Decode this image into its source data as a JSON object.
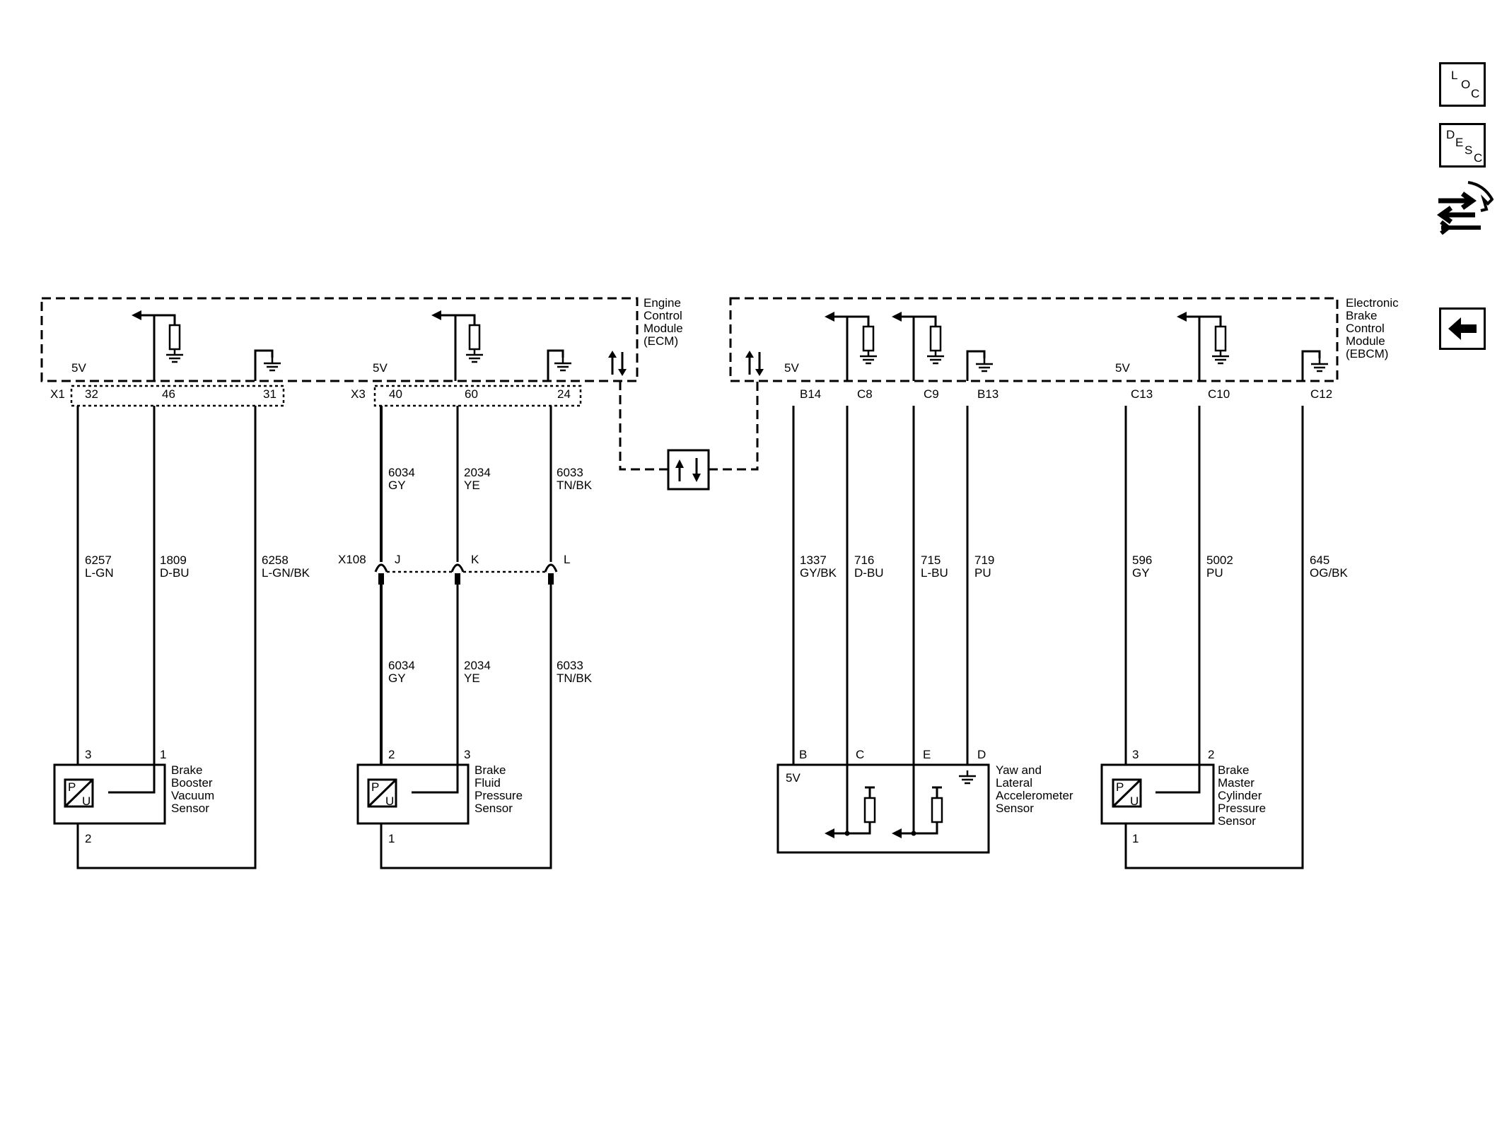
{
  "toolbar": {
    "loc": {
      "l1": "L",
      "l2": "O",
      "l3": "C"
    },
    "desc": {
      "l1": "D",
      "l2": "E",
      "l3": "S",
      "l4": "C"
    }
  },
  "modules": {
    "ecm": {
      "line1": "Engine",
      "line2": "Control",
      "line3": "Module",
      "line4": "(ECM)"
    },
    "ebcm": {
      "line1": "Electronic",
      "line2": "Brake",
      "line3": "Control",
      "line4": "Module",
      "line5": "(EBCM)"
    }
  },
  "supply": {
    "v5": "5V"
  },
  "connectors": {
    "x1": "X1",
    "x3": "X3",
    "x108": "X108",
    "x1_pins": [
      "32",
      "46",
      "31"
    ],
    "x3_pins": [
      "40",
      "60",
      "24"
    ],
    "x108_pins": [
      "J",
      "K",
      "L"
    ],
    "ebcm_pins": [
      "B14",
      "C8",
      "C9",
      "B13",
      "C13",
      "C10",
      "C12"
    ]
  },
  "wires": {
    "w6257": {
      "num": "6257",
      "color": "L-GN"
    },
    "w1809": {
      "num": "1809",
      "color": "D-BU"
    },
    "w6258": {
      "num": "6258",
      "color": "L-GN/BK"
    },
    "w6034": {
      "num": "6034",
      "color": "GY"
    },
    "w2034": {
      "num": "2034",
      "color": "YE"
    },
    "w6033": {
      "num": "6033",
      "color": "TN/BK"
    },
    "w1337": {
      "num": "1337",
      "color": "GY/BK"
    },
    "w716": {
      "num": "716",
      "color": "D-BU"
    },
    "w715": {
      "num": "715",
      "color": "L-BU"
    },
    "w719": {
      "num": "719",
      "color": "PU"
    },
    "w596": {
      "num": "596",
      "color": "GY"
    },
    "w5002": {
      "num": "5002",
      "color": "PU"
    },
    "w645": {
      "num": "645",
      "color": "OG/BK"
    }
  },
  "sensors": {
    "booster": {
      "l1": "Brake",
      "l2": "Booster",
      "l3": "Vacuum",
      "l4": "Sensor",
      "pins": [
        "3",
        "1",
        "2"
      ]
    },
    "fluid": {
      "l1": "Brake",
      "l2": "Fluid",
      "l3": "Pressure",
      "l4": "Sensor",
      "pins": [
        "2",
        "3",
        "1"
      ]
    },
    "yaw": {
      "l1": "Yaw and",
      "l2": "Lateral",
      "l3": "Accelerometer",
      "l4": "Sensor",
      "pins": [
        "B",
        "C",
        "E",
        "D"
      ]
    },
    "master": {
      "l1": "Brake",
      "l2": "Master",
      "l3": "Cylinder",
      "l4": "Pressure",
      "l5": "Sensor",
      "pins": [
        "3",
        "2",
        "1"
      ]
    }
  },
  "pu_symbol": {
    "p": "P",
    "u": "U"
  }
}
